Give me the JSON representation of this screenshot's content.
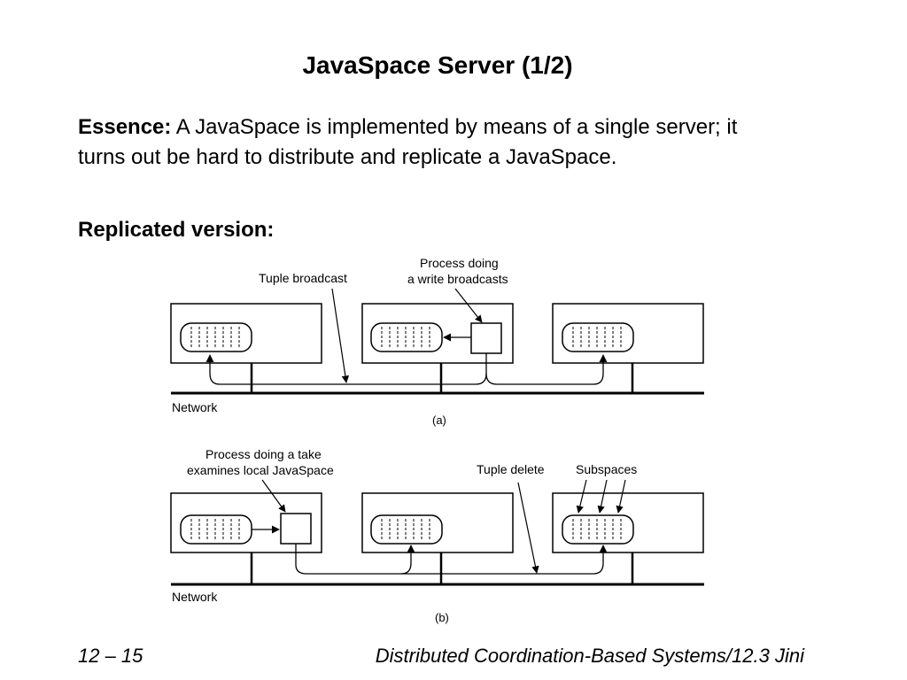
{
  "slide": {
    "title": "JavaSpace Server (1/2)",
    "essence_label": "Essence:",
    "essence_text": " A JavaSpace is implemented by means of a single server; it turns out be hard to distribute and replicate a JavaSpace.",
    "subheading": "Replicated version:"
  },
  "diagram_a": {
    "label_tuple_broadcast": "Tuple broadcast",
    "label_process_line1": "Process doing",
    "label_process_line2": "a write broadcasts",
    "label_network": "Network",
    "caption": "(a)"
  },
  "diagram_b": {
    "label_process_line1": "Process doing a take",
    "label_process_line2": "examines local JavaSpace",
    "label_tuple_delete": "Tuple delete",
    "label_subspaces": "Subspaces",
    "label_network": "Network",
    "caption": "(b)"
  },
  "footer": {
    "left": "12 – 15",
    "right": "Distributed Coordination-Based Systems/12.3 Jini"
  }
}
